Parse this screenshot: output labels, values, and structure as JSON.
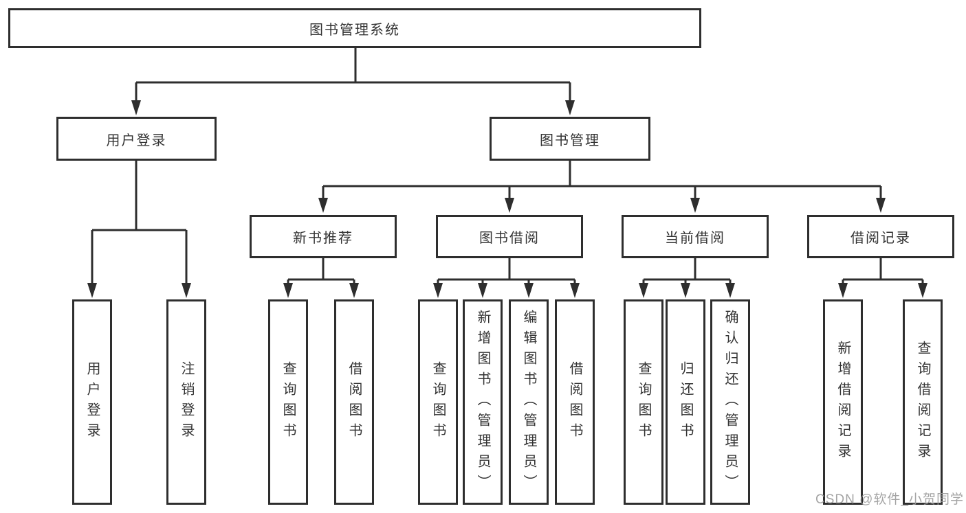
{
  "diagram_title": "图书管理系统",
  "watermark": "CSDN @软件_小贺同学",
  "colors": {
    "line": "#2e2e2e",
    "box_border": "#2e2e2e",
    "text": "#333333",
    "watermark": "#9b9b9b",
    "background": "#ffffff"
  },
  "nodes": {
    "root": "图书管理系统",
    "user_login": "用户登录",
    "book_mgmt": "图书管理",
    "new_book_rec": "新书推荐",
    "book_borrow": "图书借阅",
    "current_borrow": "当前借阅",
    "borrow_record": "借阅记录",
    "leaf_user_login": "用户登录",
    "leaf_logout": "注销登录",
    "rec_query_book": "查询图书",
    "rec_borrow_book": "借阅图书",
    "bb_query_book": "查询图书",
    "bb_add_book": "新增图书（管理员）",
    "bb_edit_book": "编辑图书（管理员）",
    "bb_borrow_book": "借阅图书",
    "cb_query_book": "查询图书",
    "cb_return_book": "归还图书",
    "cb_confirm_return": "确认归还（管理员）",
    "br_add_record": "新增借阅记录",
    "br_query_record": "查询借阅记录"
  },
  "hierarchy": {
    "图书管理系统": {
      "用户登录": [
        "用户登录",
        "注销登录"
      ],
      "图书管理": {
        "新书推荐": [
          "查询图书",
          "借阅图书"
        ],
        "图书借阅": [
          "查询图书",
          "新增图书（管理员）",
          "编辑图书（管理员）",
          "借阅图书"
        ],
        "当前借阅": [
          "查询图书",
          "归还图书",
          "确认归还（管理员）"
        ],
        "借阅记录": [
          "新增借阅记录",
          "查询借阅记录"
        ]
      }
    }
  }
}
